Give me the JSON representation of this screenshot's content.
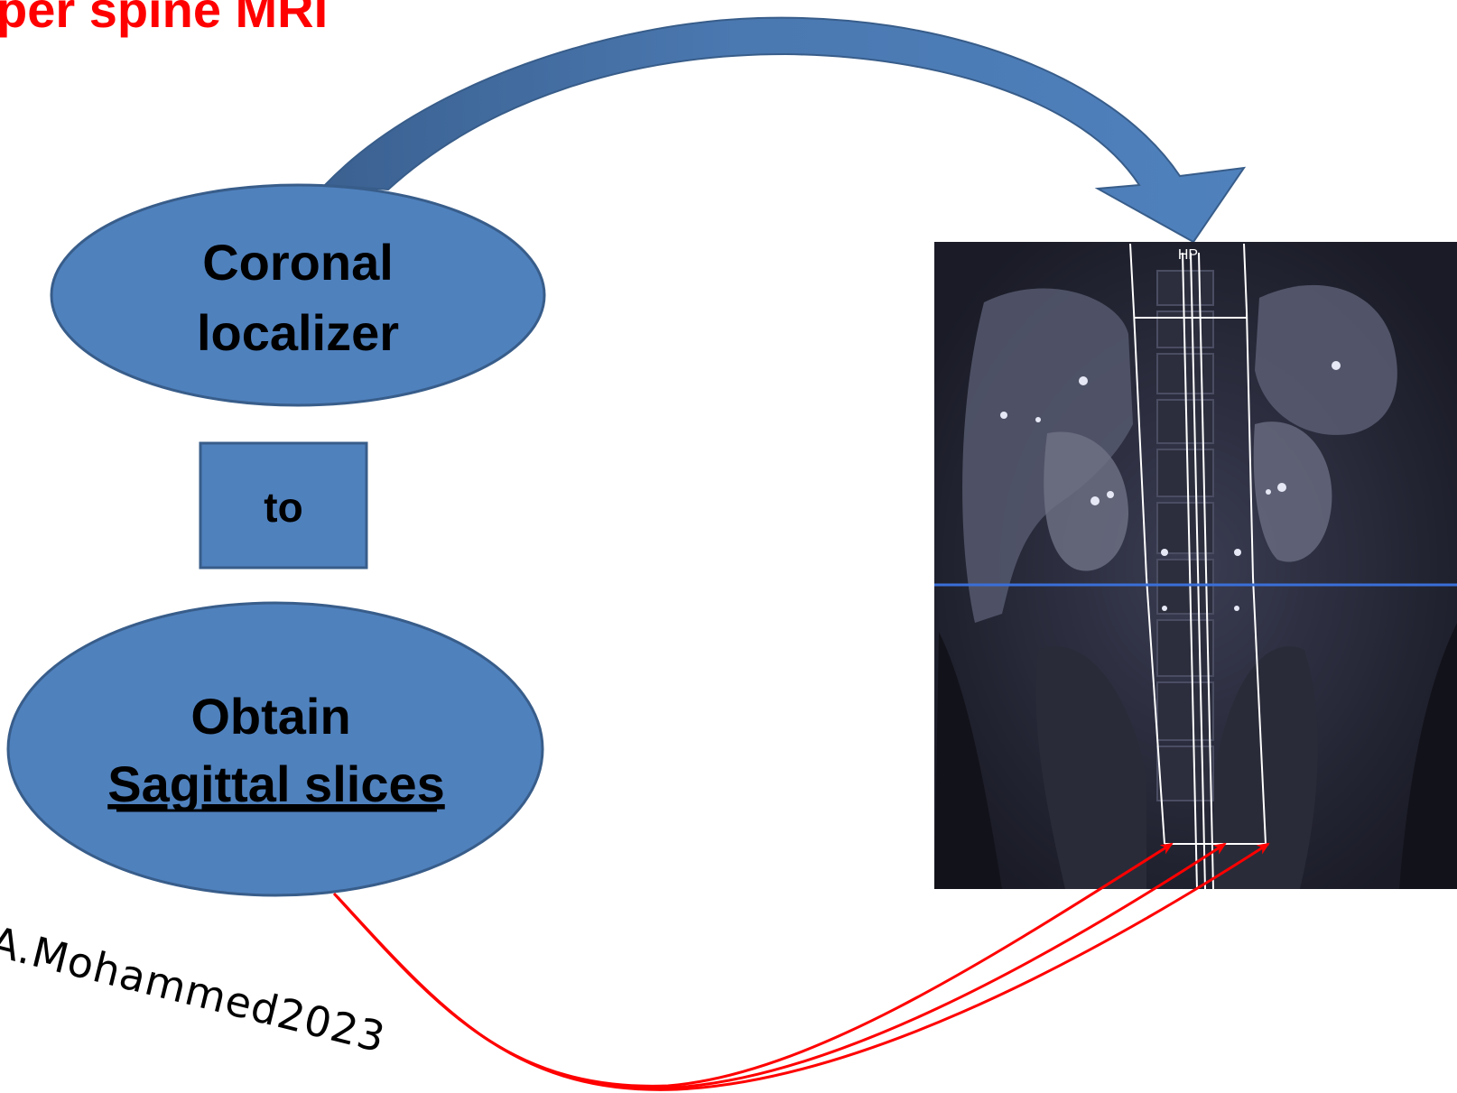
{
  "title": "per spine MRI",
  "nodes": {
    "coronal": {
      "line1": "Coronal",
      "line2": "localizer"
    },
    "to": {
      "label": "to"
    },
    "obtain": {
      "line1": "Obtain",
      "line2": "Sagittal slices"
    }
  },
  "mri_image": {
    "top_label": "HP"
  },
  "watermark": ".A.Mohammed2023",
  "colors": {
    "title": "#ff0000",
    "shape_fill": "#4f81bd",
    "shape_stroke": "#385d8a",
    "red_arrows": "#ff0000",
    "blue_line": "#3a6fd8"
  }
}
